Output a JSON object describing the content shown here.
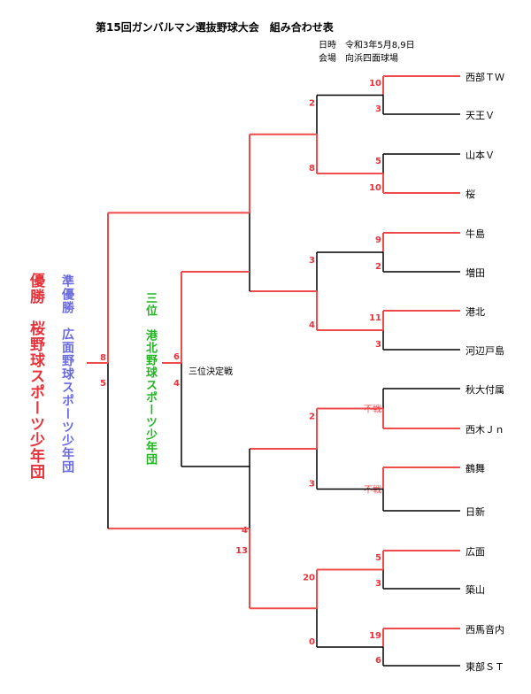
{
  "header": {
    "title": "第15回ガンバルマン選抜野球大会　組み合わせ表",
    "date_line": "日時　令和3年5月8,9日",
    "venue_line": "会場　向浜四面球場"
  },
  "results": {
    "champion": "優勝　桜野球スポーツ少年団",
    "runner_up": "準優勝　広面野球スポーツ少年団",
    "third_place": "三位　港北野球スポーツ少年団"
  },
  "labels": {
    "third_place_game": "三位決定戦",
    "forfeit": "不戦"
  },
  "colors": {
    "win": "#f04b4b",
    "lose": "#000000",
    "champion_text": "#e8333b",
    "runner_up_text": "#6a6ae0",
    "third_text": "#21b521",
    "score": "#e8333b"
  },
  "teams": [
    "西部ＴＷ",
    "天王Ｖ",
    "山本Ｖ",
    "桜",
    "牛島",
    "増田",
    "港北",
    "河辺戸島",
    "秋大付属",
    "西木Ｊｎ",
    "鶴舞",
    "日新",
    "広面",
    "築山",
    "西馬音内",
    "東部ＳＴ"
  ],
  "scores": {
    "r1": [
      "10",
      "3",
      "5",
      "10",
      "9",
      "2",
      "11",
      "3",
      "",
      "",
      "",
      "",
      "5",
      "3",
      "19",
      "6"
    ],
    "r2": [
      "2",
      "8",
      "3",
      "4",
      "2",
      "3",
      "20",
      "0"
    ],
    "r3": [
      "4",
      "13"
    ],
    "final": [
      "8",
      "5"
    ],
    "third": [
      "6",
      "4"
    ]
  }
}
